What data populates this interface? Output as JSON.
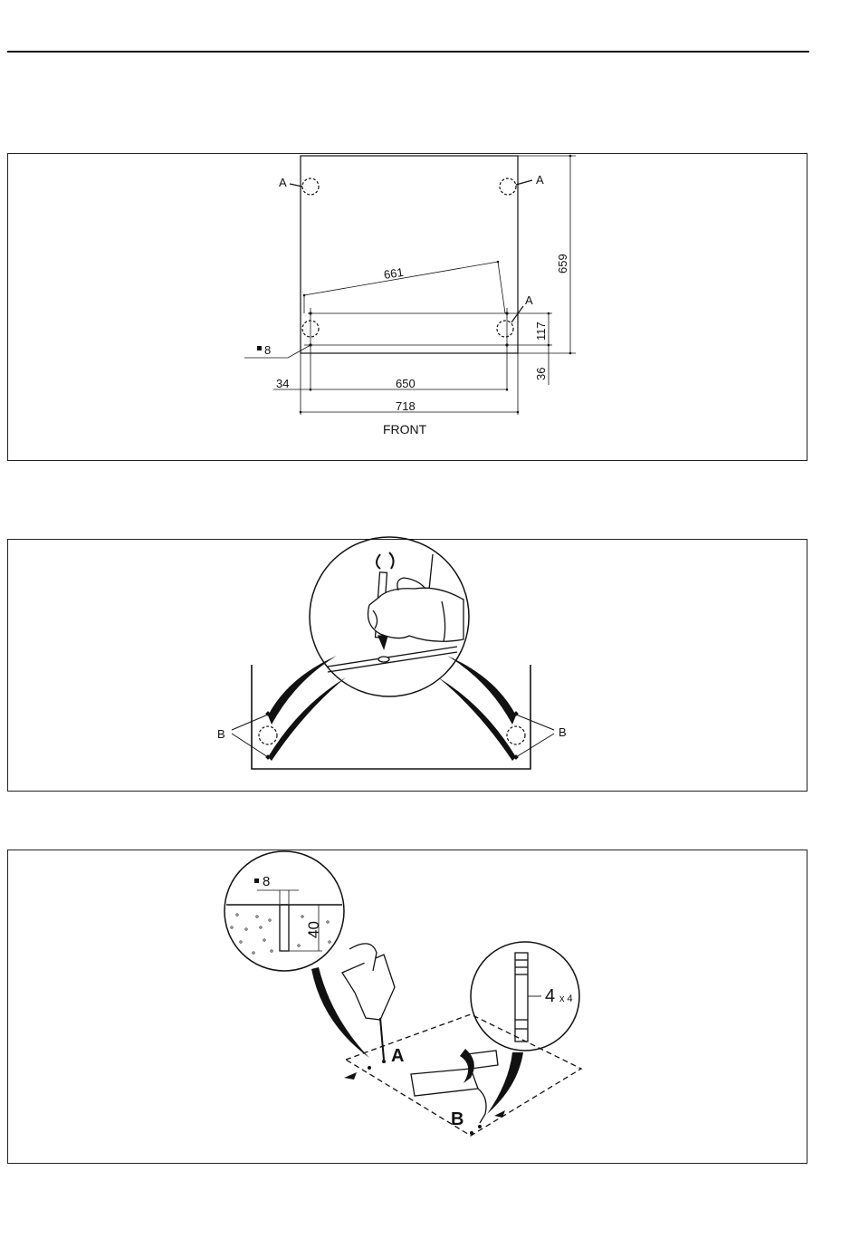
{
  "diagram1": {
    "label_a": "A",
    "dim_diagonal": "661",
    "dim_depth": "659",
    "dim_front_offset": "117",
    "dim_rear_offset": "36",
    "dim_hole": "8",
    "dim_side": "34",
    "dim_inner_width": "650",
    "dim_total_width": "718",
    "front_label": "FRONT"
  },
  "diagram2": {
    "label_b": "B"
  },
  "diagram3": {
    "hole_diameter": "8",
    "hole_depth": "40",
    "anchor_qty": "4",
    "anchor_mult": "x 4",
    "label_a": "A",
    "label_b": "B"
  }
}
